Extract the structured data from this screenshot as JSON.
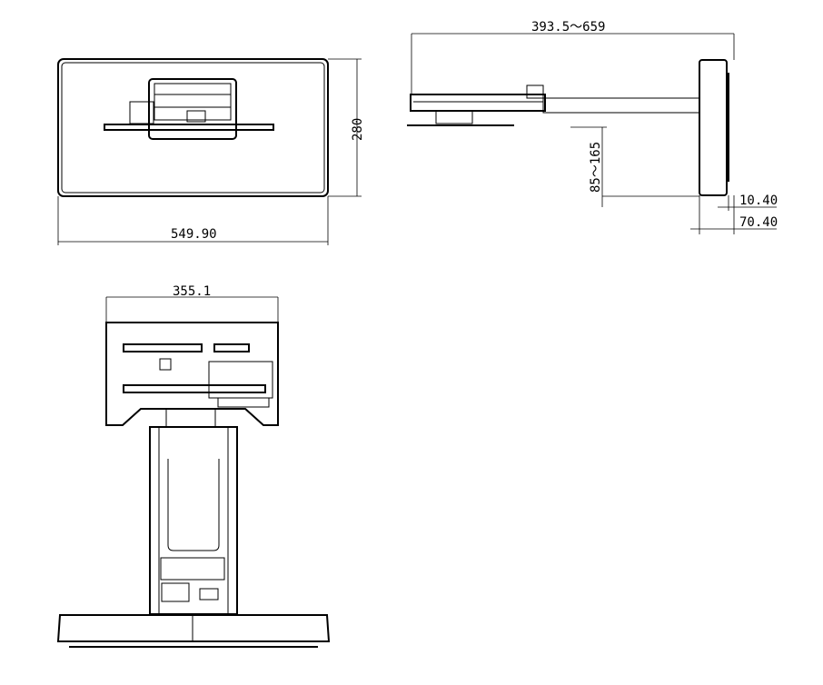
{
  "drawing": {
    "colors": {
      "line": "#000000",
      "background": "#ffffff"
    },
    "top_view": {
      "width_label": "549.90",
      "height_label": "280"
    },
    "side_view": {
      "reach_label": "393.5～659",
      "height_adjust_label": "85～165",
      "offset_small_label": "10.40",
      "offset_large_label": "70.40"
    },
    "front_view": {
      "width_label": "355.1"
    }
  }
}
